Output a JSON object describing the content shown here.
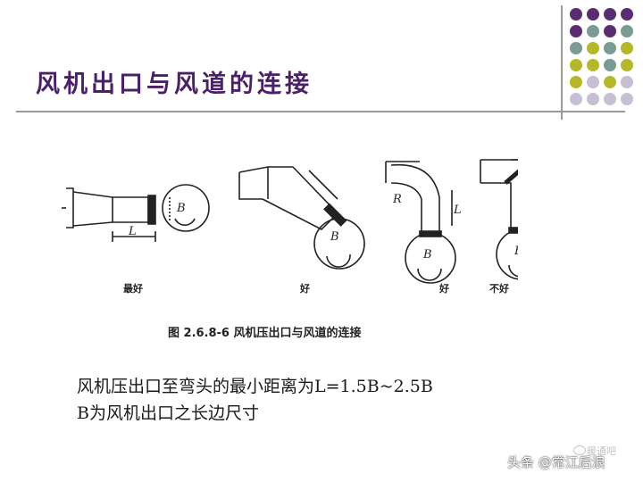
{
  "title": "风机出口与风道的连接",
  "figure": {
    "caption": "图 2.6.8-6  风机压出口与风道的连接",
    "labels": {
      "fig1": "最好",
      "fig2": "好",
      "fig3": "好",
      "fig4": "不好",
      "dim_L": "L",
      "dim_B": "B",
      "dim_R": "R"
    }
  },
  "description": {
    "line1": "风机压出口至弯头的最小距离为L=1.5B~2.5B",
    "line2": "B为风机出口之长边尺寸"
  },
  "watermark": {
    "faint": "暖通吧",
    "credit": "头条 @常江后浪"
  },
  "colors": {
    "title": "#4a2168",
    "dot_purple": "#5b2c6f",
    "dot_teal": "#7a9a96",
    "dot_olive": "#b5b82a",
    "dot_lavender": "#c7bfd3",
    "rule": "#9a9a9a"
  }
}
